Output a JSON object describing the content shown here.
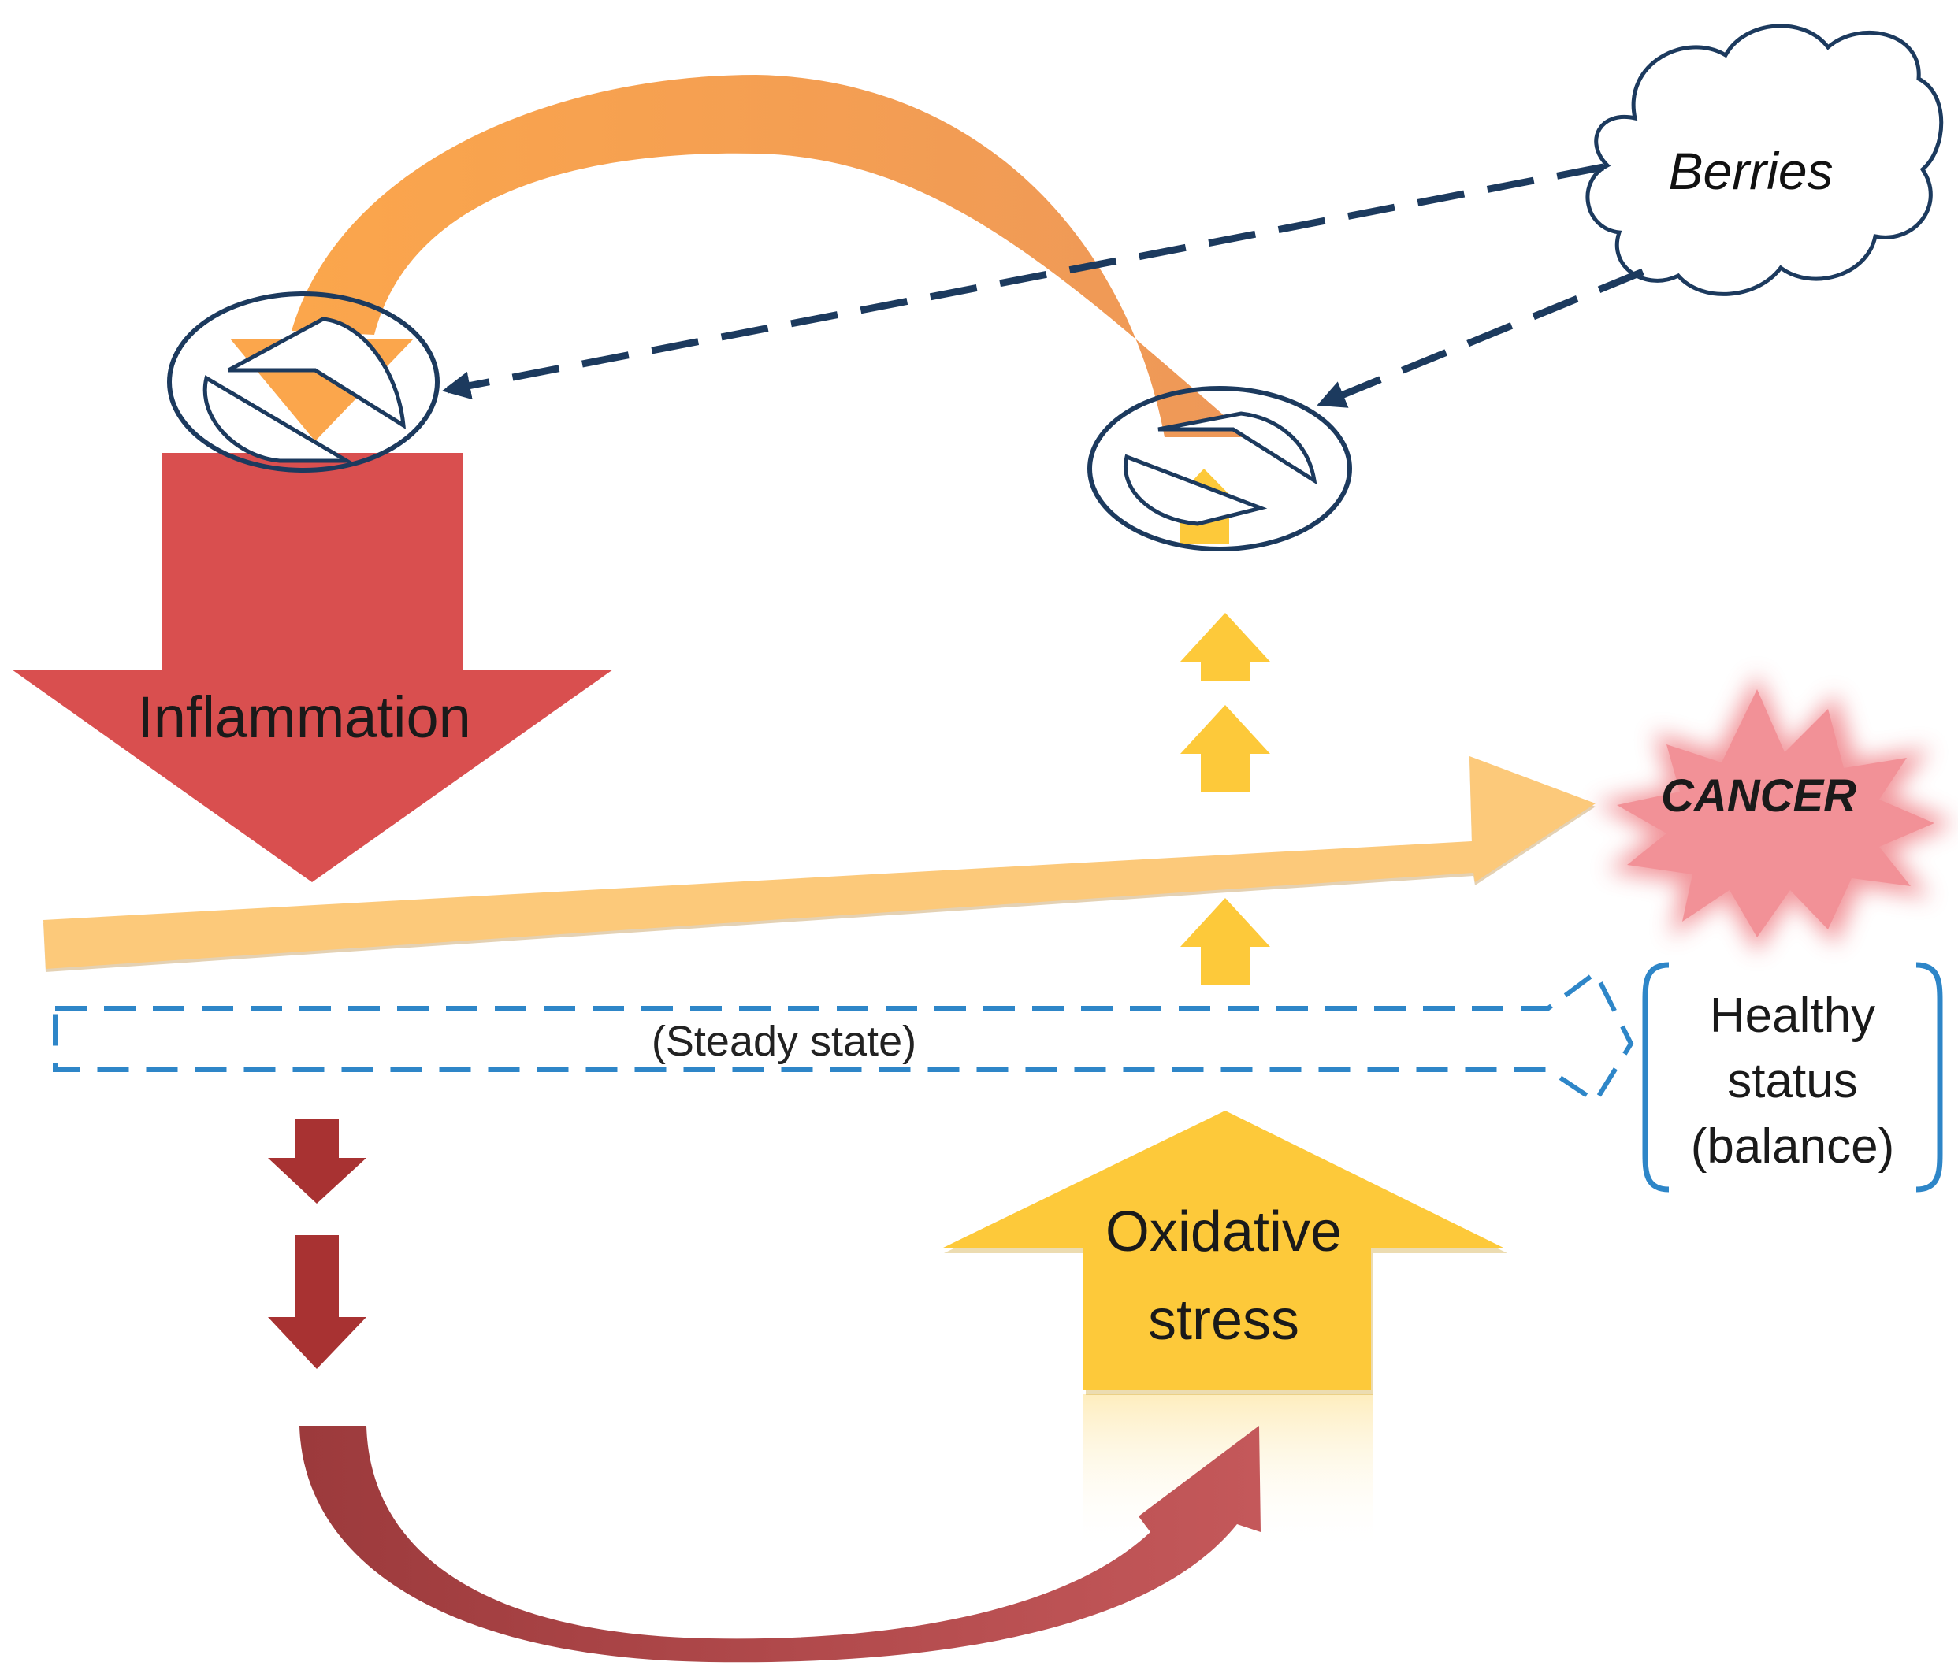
{
  "labels": {
    "inflammation": "Inflammation",
    "oxidative_line1": "Oxidative",
    "oxidative_line2": "stress",
    "berries": "Berries",
    "cancer": "CANCER",
    "steady_state": "(Steady state)",
    "healthy_line1": "Healthy",
    "healthy_line2": "status",
    "healthy_line3": "(balance)"
  },
  "colors": {
    "inflammation_arrow": "#d94f4f",
    "small_red_arrows": "#a83232",
    "oxidative_arrow": "#fdc93a",
    "small_yellow_arrows": "#fdc93a",
    "orange_arc": "#f4a050",
    "cancer_arrow": "#fcc97a",
    "cancer_burst": "#f08a90",
    "dashed_navy": "#1c3a5e",
    "steady_dashed": "#2e86c8",
    "healthy_bracket": "#2e86c8",
    "bottom_curve": "#b0454a"
  },
  "icons": [
    "cloud-icon",
    "inhibition-icon"
  ]
}
